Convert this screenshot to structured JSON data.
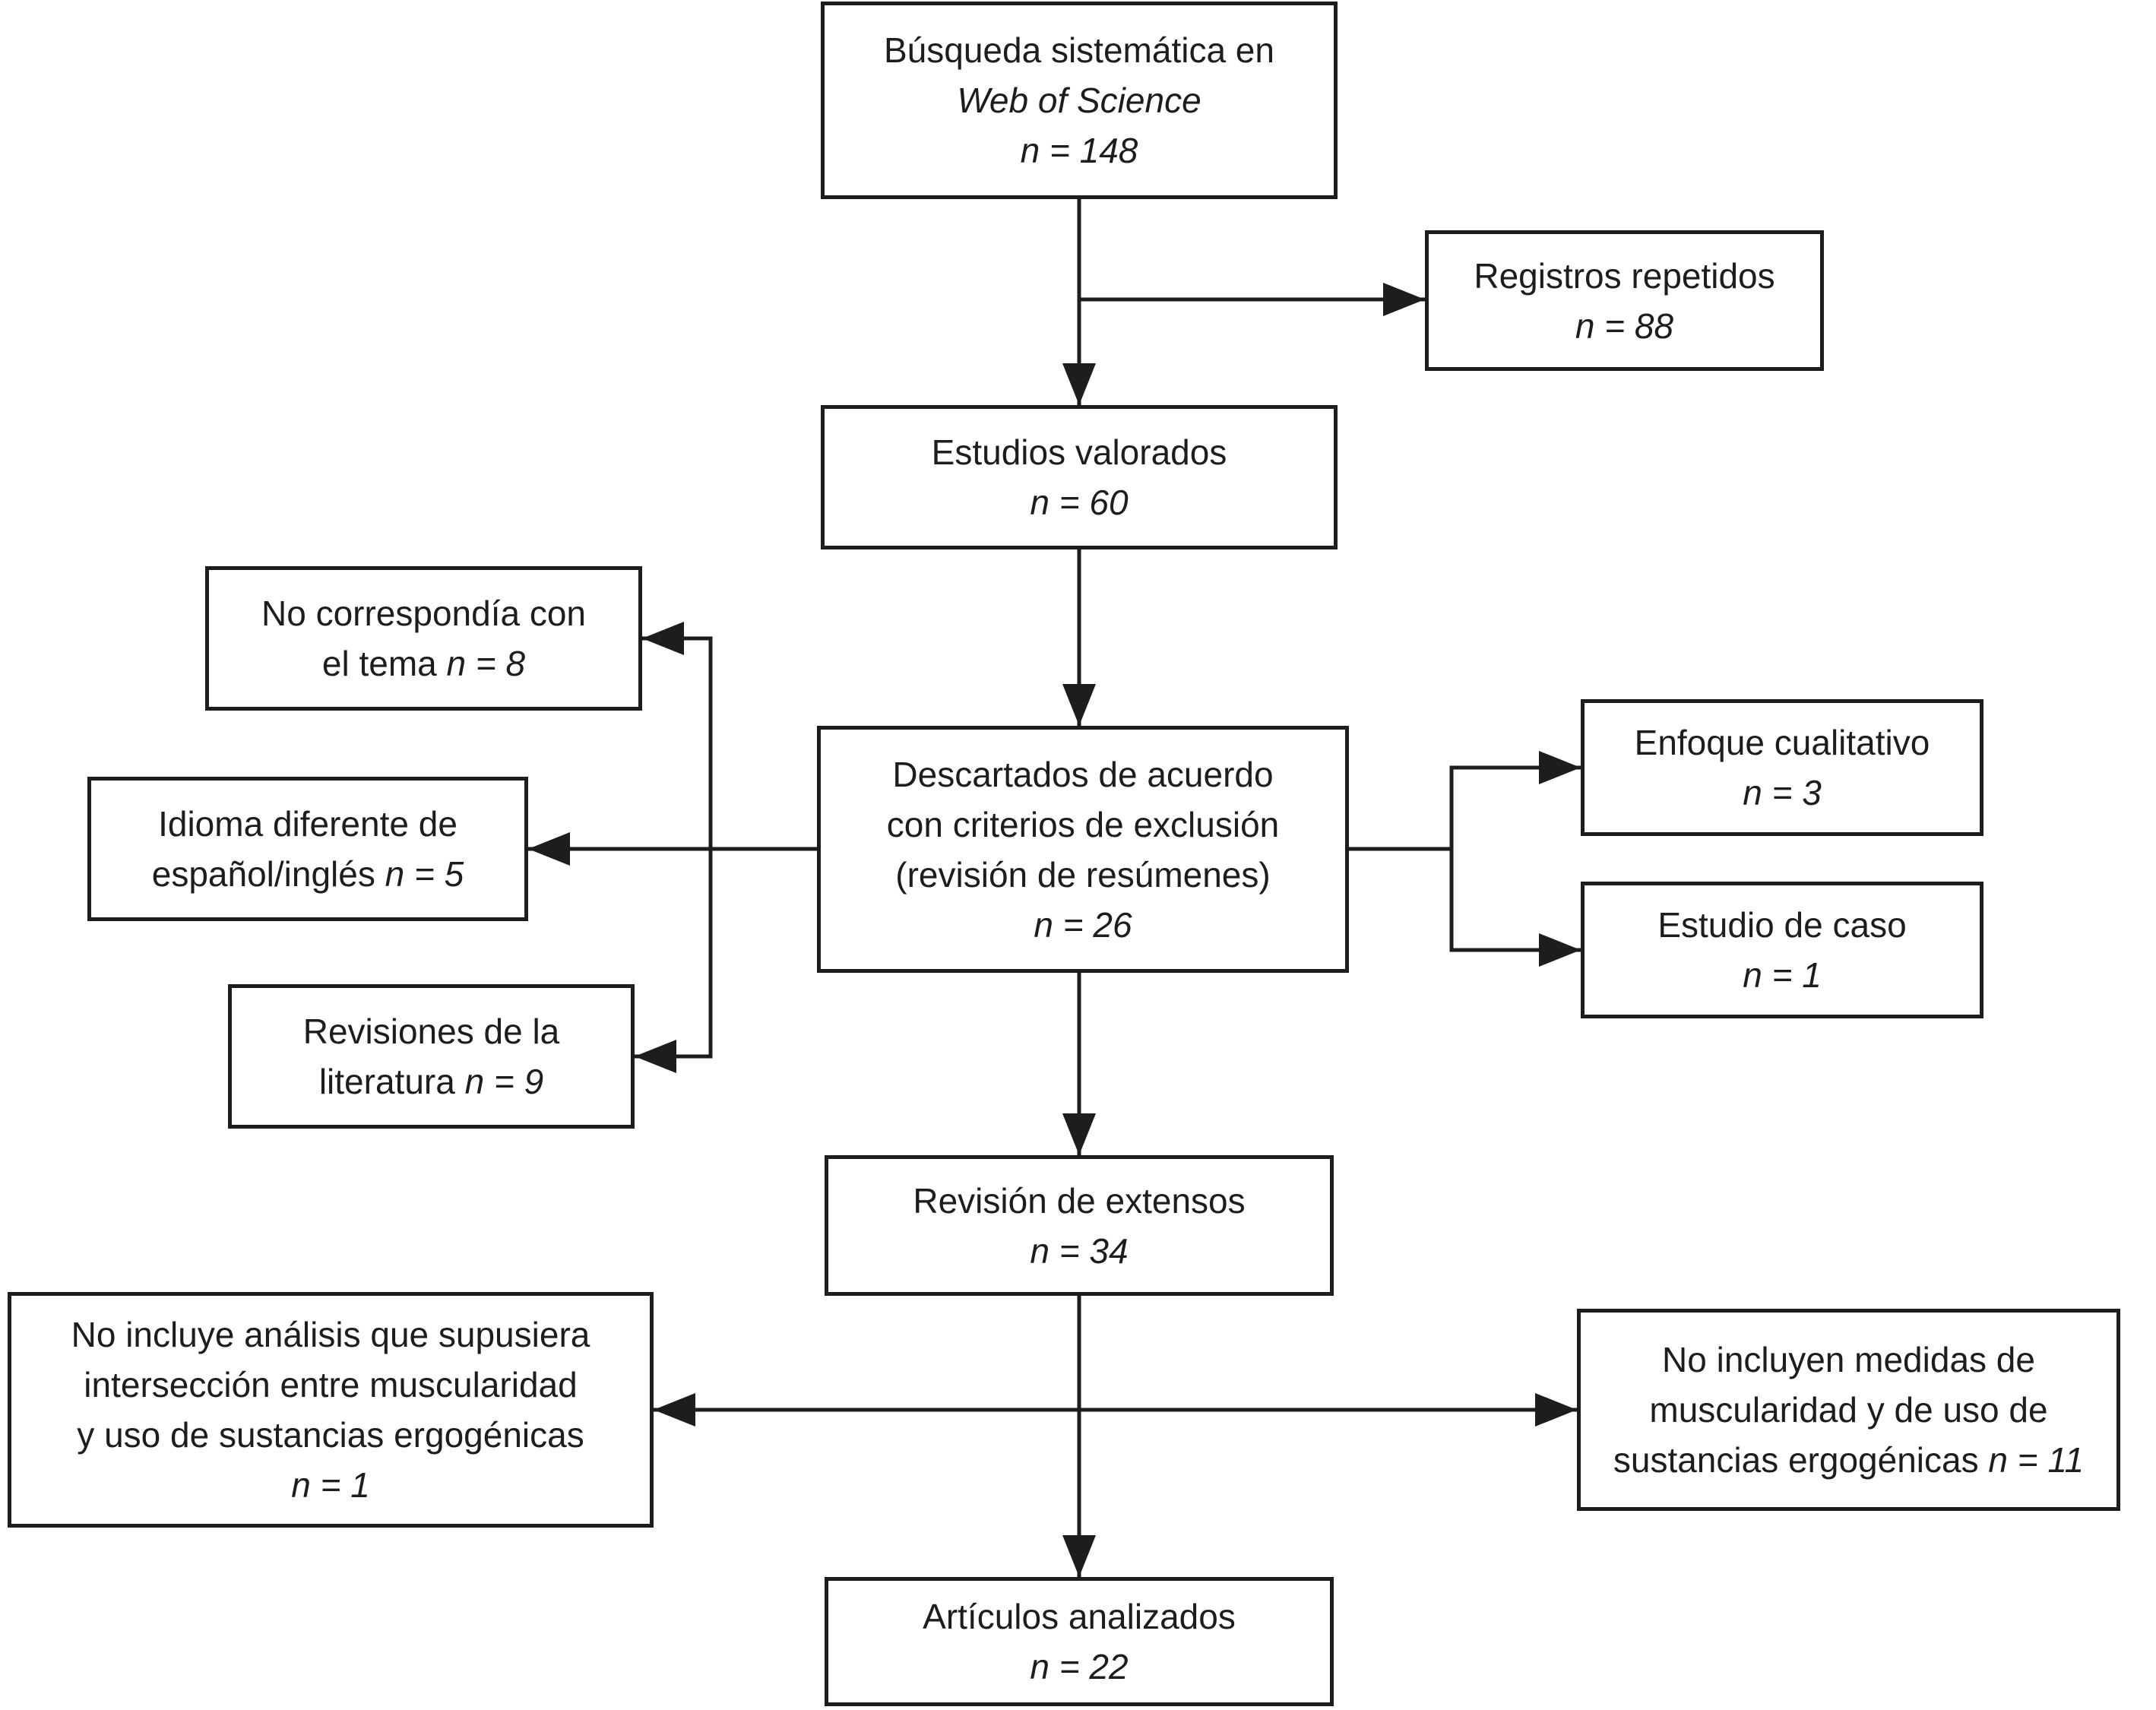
{
  "figure": {
    "type": "flowchart",
    "background": "#ffffff",
    "line_color": "#1d1d1b"
  },
  "nodes": {
    "busqueda": {
      "l1": "Búsqueda sistemática en",
      "l2": "Web of Science",
      "n": "n = 148"
    },
    "registros": {
      "l1": "Registros repetidos",
      "n": "n = 88"
    },
    "estudios": {
      "l1": "Estudios valorados",
      "n": "n = 60"
    },
    "no_correspondia": {
      "l1": "No correspondía con",
      "l2": "el tema ",
      "n": "n = 8"
    },
    "idioma": {
      "l1": "Idioma diferente de",
      "l2": "español/inglés ",
      "n": "n = 5"
    },
    "revisiones": {
      "l1": "Revisiones de la",
      "l2": "literatura ",
      "n": "n = 9"
    },
    "descartados": {
      "l1": "Descartados de acuerdo",
      "l2": "con criterios de exclusión",
      "l3": "(revisión de resúmenes)",
      "n": "n = 26"
    },
    "enfoque": {
      "l1": "Enfoque cualitativo",
      "n": "n = 3"
    },
    "caso": {
      "l1": "Estudio de caso",
      "n": "n = 1"
    },
    "extensos": {
      "l1": "Revisión de extensos",
      "n": "n = 34"
    },
    "no_incluye_analisis": {
      "l1": "No incluye análisis que supusiera",
      "l2": "intersección entre muscularidad",
      "l3": "y uso de sustancias ergogénicas",
      "n": "n = 1"
    },
    "no_incluyen_medidas": {
      "l1": "No incluyen medidas de",
      "l2": "muscularidad y de uso de",
      "l3": "sustancias ergogénicas ",
      "n": "n = 11"
    },
    "articulos": {
      "l1": "Artículos analizados",
      "n": "n = 22"
    }
  }
}
